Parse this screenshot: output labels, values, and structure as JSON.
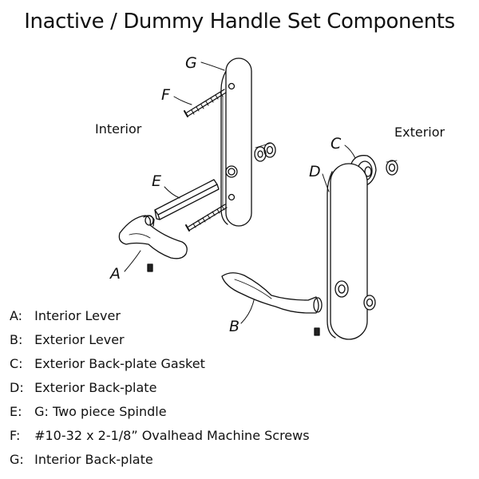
{
  "title": "Inactive / Dummy Handle Set Components",
  "labels": {
    "interior": "Interior",
    "exterior": "Exterior"
  },
  "callouts": {
    "a": "A",
    "b": "B",
    "c": "C",
    "d": "D",
    "e": "E",
    "f": "F",
    "g": "G"
  },
  "legend": [
    {
      "key": "A:",
      "text": "Interior Lever"
    },
    {
      "key": "B:",
      "text": "Exterior Lever"
    },
    {
      "key": "C:",
      "text": "Exterior Back-plate Gasket"
    },
    {
      "key": "D:",
      "text": "Exterior Back-plate"
    },
    {
      "key": "E:",
      "text": "G:  Two piece Spindle"
    },
    {
      "key": "F:",
      "text": "#10-32 x 2-1/8” Ovalhead Machine Screws"
    },
    {
      "key": "G:",
      "text": "Interior Back-plate"
    }
  ]
}
